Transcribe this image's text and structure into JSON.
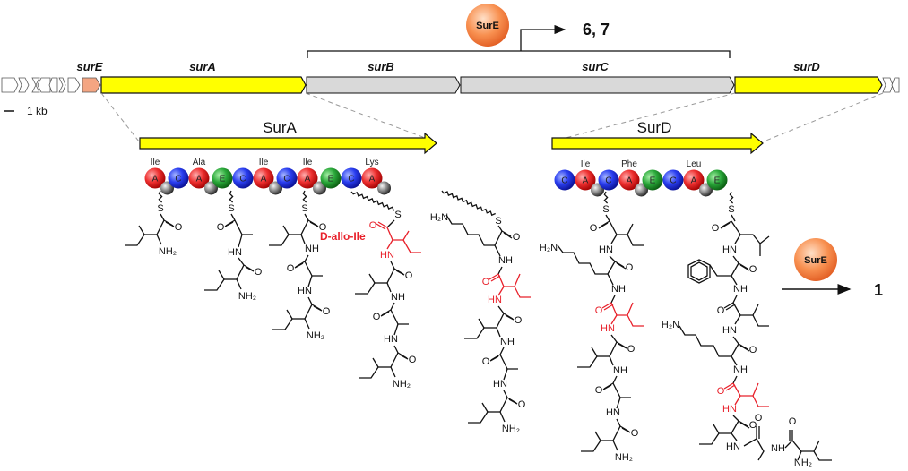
{
  "figure": {
    "gene_cluster": {
      "genes": [
        {
          "name": "surE",
          "color": "#f4a582"
        },
        {
          "name": "surA",
          "color": "#ffff00"
        },
        {
          "name": "surB",
          "color": "#d9d9d9"
        },
        {
          "name": "surC",
          "color": "#d9d9d9"
        },
        {
          "name": "surD",
          "color": "#ffff00"
        }
      ],
      "scale_bar": "1 kb",
      "bracket_products": "6, 7",
      "enzyme": "SurE"
    },
    "proteins": {
      "surA": {
        "label": "SurA",
        "domains": [
          "A",
          "C",
          "A",
          "E",
          "C",
          "A",
          "C",
          "A",
          "E",
          "C",
          "A"
        ],
        "residues": [
          "Ile",
          "Ala",
          "Ile",
          "Ile",
          "Lys"
        ]
      },
      "surD": {
        "label": "SurD",
        "domains": [
          "C",
          "A",
          "C",
          "A",
          "E",
          "C",
          "A",
          "E"
        ],
        "residues": [
          "Ile",
          "Phe",
          "Leu"
        ]
      }
    },
    "domain_colors": {
      "A": "#e8202a",
      "C": "#2233dd",
      "E": "#22a032",
      "T": "#888888"
    },
    "annotations": {
      "d_allo_ile": "D-allo-Ile"
    },
    "chem_labels": {
      "S": "S",
      "O": "O",
      "NH": "NH",
      "HN": "HN",
      "NH2": "NH₂",
      "H2N": "H₂N"
    },
    "final_reaction": {
      "enzyme": "SurE",
      "product": "1"
    }
  }
}
